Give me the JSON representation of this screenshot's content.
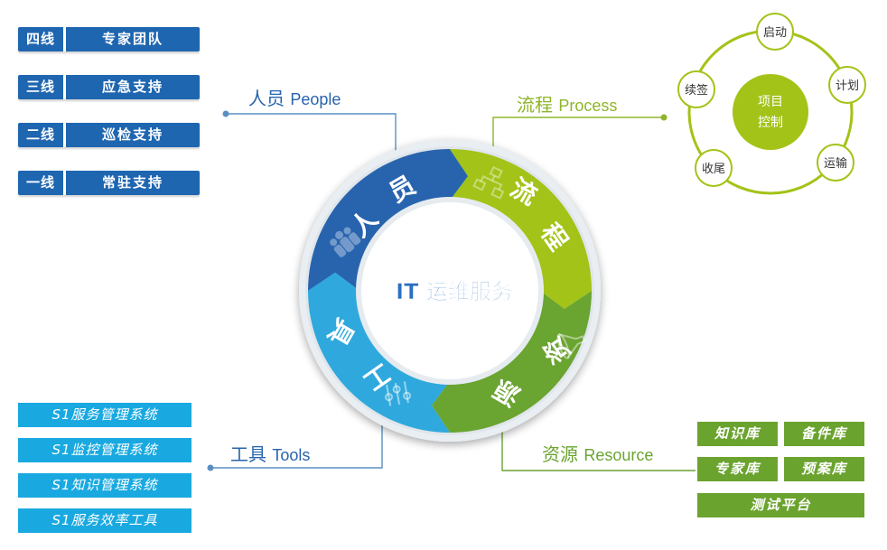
{
  "tiers": [
    {
      "code": "四线",
      "name": "专家团队"
    },
    {
      "code": "三线",
      "name": "应急支持"
    },
    {
      "code": "二线",
      "name": "巡检支持"
    },
    {
      "code": "一线",
      "name": "常驻支持"
    }
  ],
  "headings": {
    "people": {
      "zh": "人员",
      "en": "People"
    },
    "process": {
      "zh": "流程",
      "en": "Process"
    },
    "tools": {
      "zh": "工具",
      "en": "Tools"
    },
    "resource": {
      "zh": "资源",
      "en": "Resource"
    }
  },
  "center_title": "IT 运维服务",
  "ring": {
    "people": [
      "人",
      "员"
    ],
    "process": [
      "流",
      "程"
    ],
    "resource": [
      "资",
      "源"
    ],
    "tools": [
      "工",
      "具"
    ]
  },
  "cycle": {
    "center": [
      "项目",
      "控制"
    ],
    "nodes": [
      "启动",
      "计划",
      "运输",
      "收尾",
      "续签"
    ]
  },
  "tools": [
    {
      "prefix": "S1",
      "name": "服务管理系统"
    },
    {
      "prefix": "S1",
      "name": "监控管理系统"
    },
    {
      "prefix": "S1",
      "name": "知识管理系统"
    },
    {
      "prefix": "S1",
      "name": "服务效率工具"
    }
  ],
  "resources": [
    "知识库",
    "备件库",
    "专家库",
    "预案库",
    "测试平台"
  ],
  "colors": {
    "people": "#2864ae",
    "process": "#a3c318",
    "resource": "#6aa431",
    "tools": "#2fa9dd",
    "connector": "#5a8fc4"
  }
}
